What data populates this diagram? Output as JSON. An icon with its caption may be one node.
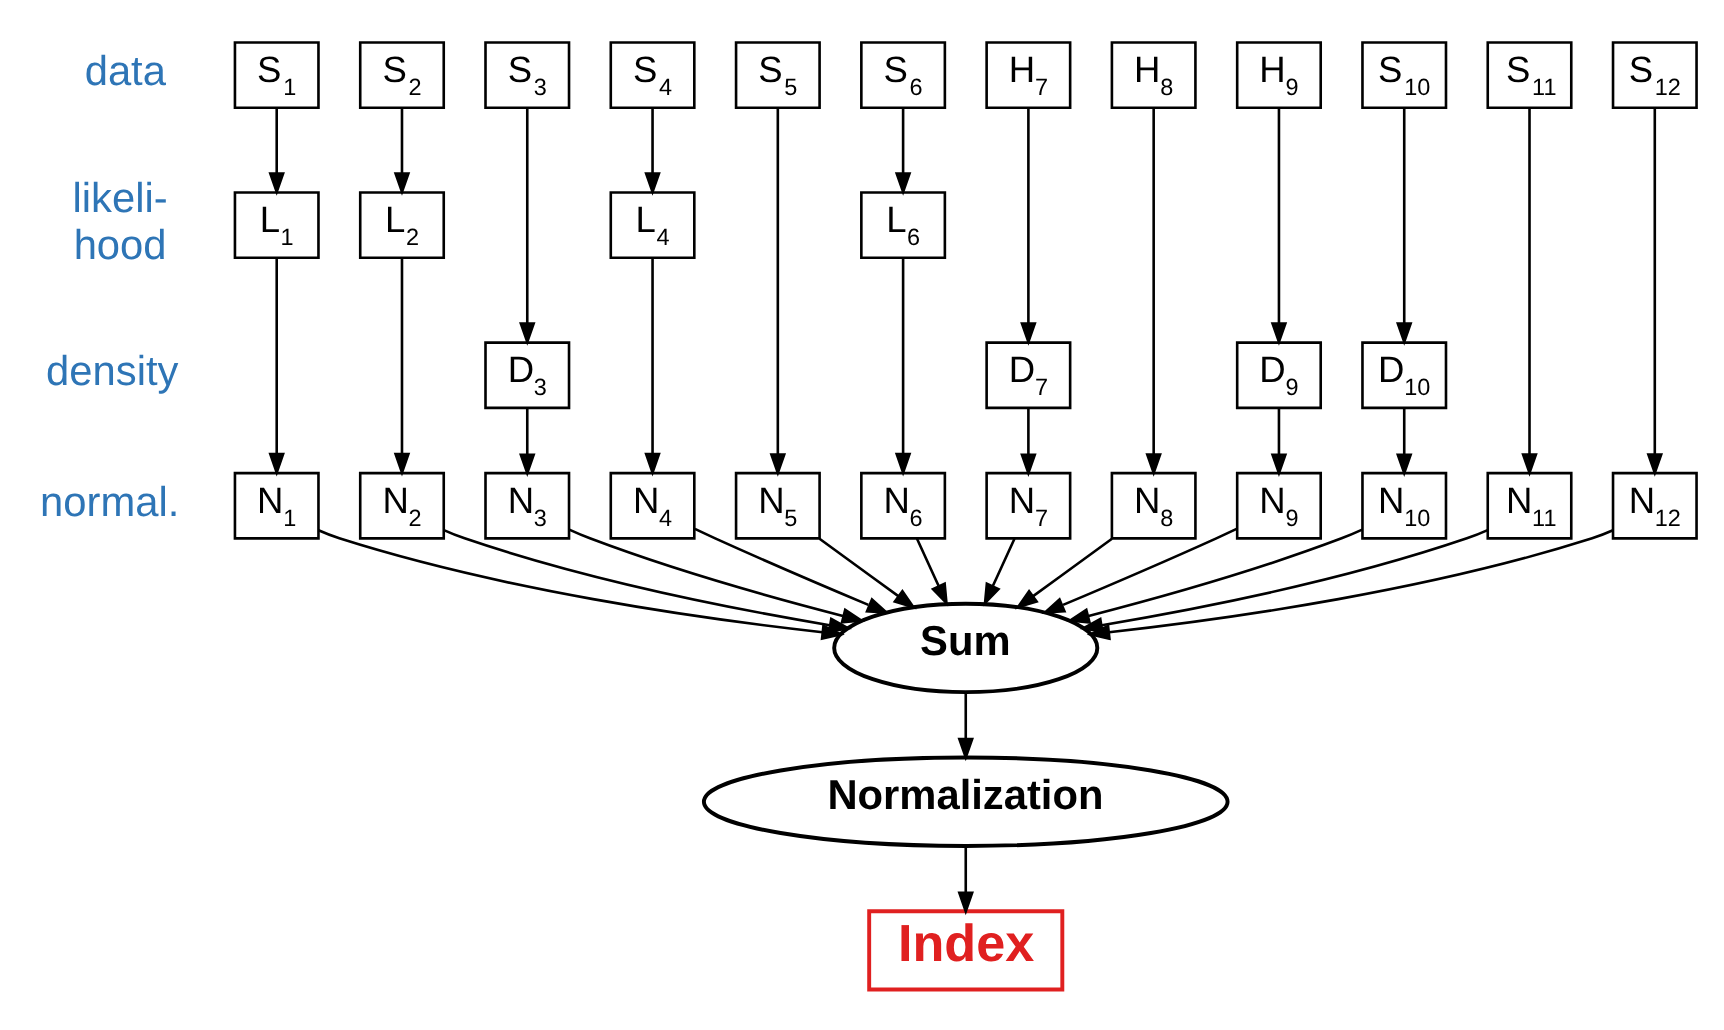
{
  "diagram": {
    "nodes": [
      {
        "text": [
          "S$_{1}$"
        ]
      },
      {
        "text": [
          "S$_{2}$"
        ]
      },
      {
        "text": [
          "S$_{3}$"
        ]
      },
      {
        "text": [
          "S$_{4}$"
        ]
      },
      {
        "text": [
          "S$_{5}$"
        ]
      },
      {
        "text": [
          "S$_{6}$"
        ]
      },
      {
        "text": [
          "H$_{7}$"
        ]
      },
      {
        "text": [
          "H$_{8}$"
        ]
      },
      {
        "text": [
          "H$_{9}$"
        ]
      },
      {
        "text": [
          "S$_{10}$"
        ]
      },
      {
        "text": [
          "S$_{11}$"
        ]
      },
      {
        "text": [
          "S$_{12}$"
        ]
      },
      {
        "text": [
          "L$_{1}$"
        ]
      },
      {
        "text": [
          "L$_{2}$"
        ]
      },
      {
        "text": [
          "L$_{4}$"
        ]
      },
      {
        "text": [
          "L$_{6}$"
        ]
      },
      {
        "text": [
          "D$_{3}$"
        ]
      },
      {
        "text": [
          "D$_{7}$"
        ]
      },
      {
        "text": [
          "D$_{9}$"
        ]
      },
      {
        "text": [
          "D$_{10}$"
        ]
      },
      {
        "text": [
          "N$_{1}$"
        ]
      },
      {
        "text": [
          "N$_{2}$"
        ]
      },
      {
        "text": [
          "N$_{3}$"
        ]
      },
      {
        "text": [
          "N$_{4}$"
        ]
      },
      {
        "text": [
          "N$_{5}$"
        ]
      },
      {
        "text": [
          "N$_{6}$"
        ]
      },
      {
        "text": [
          "N$_{7}$"
        ]
      },
      {
        "text": [
          "N$_{8}$"
        ]
      },
      {
        "text": [
          "N$_{9}$"
        ]
      },
      {
        "text": [
          "N$_{10}$"
        ]
      },
      {
        "text": [
          "N$_{11}$"
        ]
      },
      {
        "text": [
          "N$_{12}$"
        ]
      },
      {
        "text": [
          "Sum"
        ]
      },
      {
        "text": [
          "Normalization"
        ]
      },
      {
        "text": [
          "Index"
        ]
      }
    ],
    "edges": [
      {
        "from": 0,
        "to": 12,
        "arrow": "to"
      },
      {
        "from": 12,
        "to": 20,
        "arrow": "to"
      },
      {
        "from": 1,
        "to": 13,
        "arrow": "to"
      },
      {
        "from": 13,
        "to": 21,
        "arrow": "to"
      },
      {
        "from": 2,
        "to": 16,
        "arrow": "to"
      },
      {
        "from": 16,
        "to": 22,
        "arrow": "to"
      },
      {
        "from": 3,
        "to": 14,
        "arrow": "to"
      },
      {
        "from": 14,
        "to": 23,
        "arrow": "to"
      },
      {
        "from": 4,
        "to": 24,
        "arrow": "to"
      },
      {
        "from": 5,
        "to": 15,
        "arrow": "to"
      },
      {
        "from": 15,
        "to": 25,
        "arrow": "to"
      },
      {
        "from": 6,
        "to": 17,
        "arrow": "to"
      },
      {
        "from": 17,
        "to": 26,
        "arrow": "to"
      },
      {
        "from": 7,
        "to": 27,
        "arrow": "to"
      },
      {
        "from": 8,
        "to": 18,
        "arrow": "to"
      },
      {
        "from": 18,
        "to": 28,
        "arrow": "to"
      },
      {
        "from": 9,
        "to": 19,
        "arrow": "to"
      },
      {
        "from": 19,
        "to": 29,
        "arrow": "to"
      },
      {
        "from": 10,
        "to": 30,
        "arrow": "to"
      },
      {
        "from": 11,
        "to": 31,
        "arrow": "to"
      },
      {
        "from": 20,
        "to": 32,
        "arrow": "to"
      },
      {
        "from": 21,
        "to": 32,
        "arrow": "to"
      },
      {
        "from": 22,
        "to": 32,
        "arrow": "to"
      },
      {
        "from": 23,
        "to": 32,
        "arrow": "to"
      },
      {
        "from": 24,
        "to": 32,
        "arrow": "to"
      },
      {
        "from": 25,
        "to": 32,
        "arrow": "to"
      },
      {
        "from": 26,
        "to": 32,
        "arrow": "to"
      },
      {
        "from": 27,
        "to": 32,
        "arrow": "to"
      },
      {
        "from": 28,
        "to": 32,
        "arrow": "to"
      },
      {
        "from": 29,
        "to": 32,
        "arrow": "to"
      },
      {
        "from": 30,
        "to": 32,
        "arrow": "to"
      },
      {
        "from": 31,
        "to": 32,
        "arrow": "to"
      },
      {
        "from": 32,
        "to": 33,
        "arrow": "to"
      },
      {
        "from": 33,
        "to": 34,
        "arrow": "to"
      }
    ],
    "labels": [
      "data",
      "likeli- hood",
      "density",
      "normal."
    ]
  }
}
